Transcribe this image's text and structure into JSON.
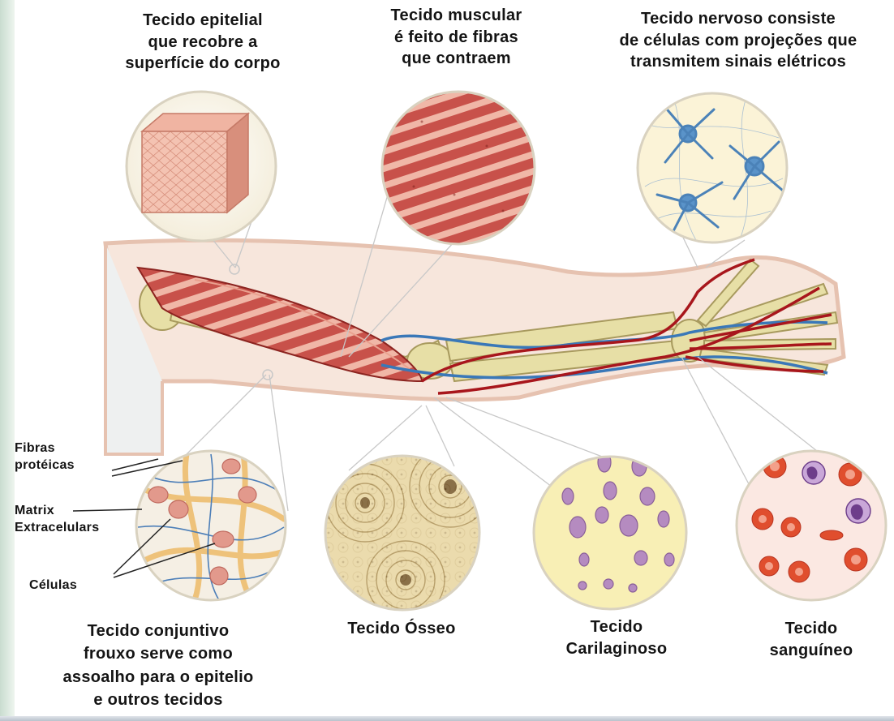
{
  "labels": {
    "epithelial": "Tecido epitelial\nque recobre a\nsuperfície do corpo",
    "muscular": "Tecido muscular\né feito de fibras\nque contraem",
    "nervous": "Tecido nervoso consiste\nde células com projeções que\ntransmitem sinais elétricos",
    "connective": "Tecido conjuntivo\nfrouxo serve como\nassoalho para o epitelio\ne outros tecidos",
    "bone": "Tecido Ósseo",
    "cartilage": "Tecido\nCarilaginoso",
    "blood": "Tecido\nsanguíneo",
    "fibers": "Fibras\nprotéicas",
    "matrix": "Matrix\nExtracelulars",
    "cells": "Células"
  },
  "colors": {
    "muscle": "#b83a36",
    "bone": "#e7dfa6",
    "artery": "#a8161c",
    "vein": "#3a78b8",
    "skin": "#f3dccf",
    "nerve_cell": "#5a93c9"
  }
}
